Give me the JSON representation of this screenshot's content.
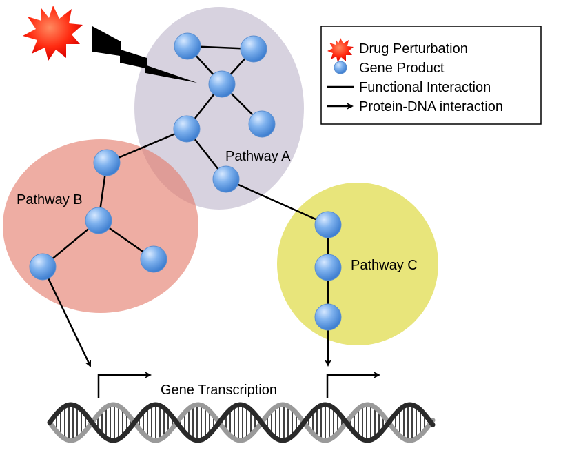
{
  "pathways": {
    "a": {
      "label": "Pathway A",
      "color": "#c8c0d2"
    },
    "b": {
      "label": "Pathway B",
      "color": "#e8877a"
    },
    "c": {
      "label": "Pathway C",
      "color": "#e4e168"
    }
  },
  "legend": {
    "drug": "Drug Perturbation",
    "gene": "Gene Product",
    "functional": "Functional Interaction",
    "protein_dna": "Protein-DNA interaction"
  },
  "transcription": {
    "label": "Gene Transcription"
  },
  "colors": {
    "node": "#6fa6e6",
    "drug": "#ff2a10",
    "dna_dark": "#2a2a2a",
    "dna_light": "#9a9a9a"
  }
}
